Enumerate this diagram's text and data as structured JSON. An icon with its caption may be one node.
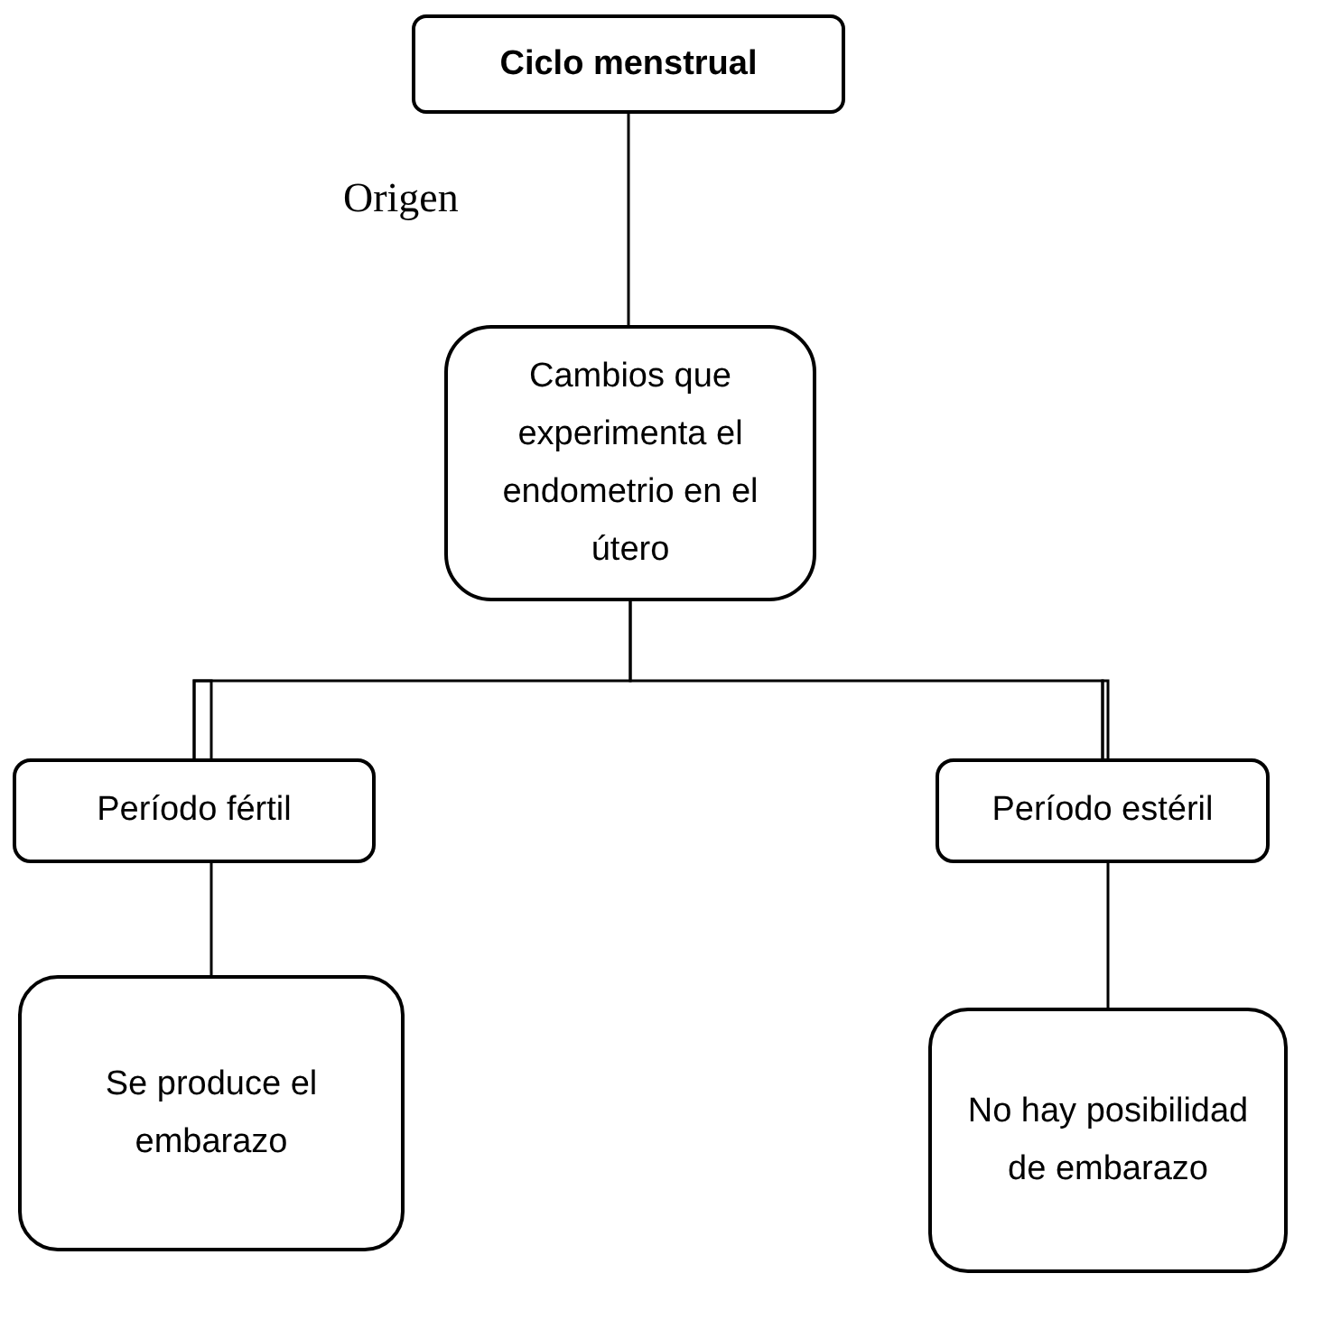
{
  "diagram": {
    "nodes": [
      {
        "text": [
          "Ciclo menstrual"
        ]
      },
      {
        "text": [
          "Cambios que experimenta el endometrio en el útero"
        ]
      },
      {
        "text": [
          "Período fértil"
        ]
      },
      {
        "text": [
          "Período estéril"
        ]
      },
      {
        "text": [
          "Se produce el embarazo"
        ]
      },
      {
        "text": [
          "No hay posibilidad de embarazo"
        ]
      }
    ],
    "edges": [
      {
        "from": 0,
        "to": 1,
        "arrow": "none",
        "label": "Origen"
      },
      {
        "from": 1,
        "to": 2,
        "arrow": "none"
      },
      {
        "from": 1,
        "to": 3,
        "arrow": "none"
      },
      {
        "from": 2,
        "to": 4,
        "arrow": "none"
      },
      {
        "from": 3,
        "to": 5,
        "arrow": "none"
      }
    ]
  }
}
